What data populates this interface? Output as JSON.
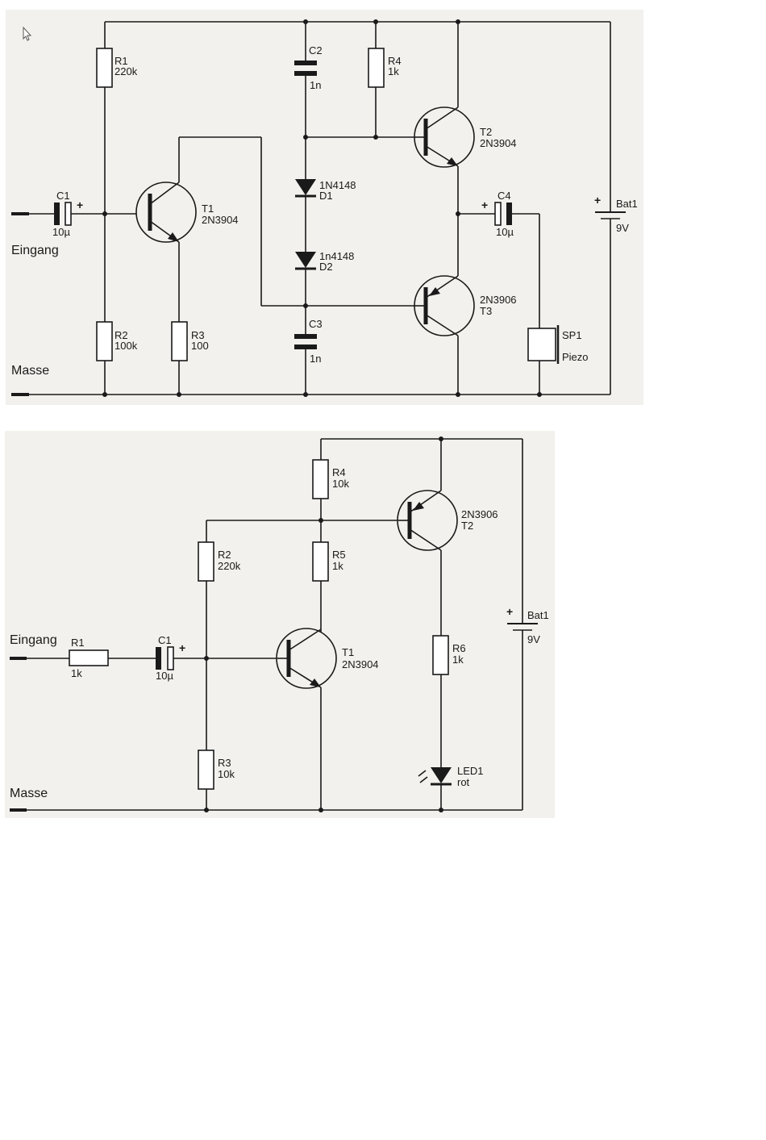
{
  "circuit1": {
    "input_label": "Eingang",
    "ground_label": "Masse",
    "components": {
      "R1": {
        "name": "R1",
        "value": "220k"
      },
      "R2": {
        "name": "R2",
        "value": "100k"
      },
      "R3": {
        "name": "R3",
        "value": "100"
      },
      "R4": {
        "name": "R4",
        "value": "1k"
      },
      "C1": {
        "name": "C1",
        "value": "10µ",
        "polarity": "+"
      },
      "C2": {
        "name": "C2",
        "value": "1n"
      },
      "C3": {
        "name": "C3",
        "value": "1n"
      },
      "C4": {
        "name": "C4",
        "value": "10µ",
        "polarity": "+"
      },
      "T1": {
        "name": "T1",
        "value": "2N3904"
      },
      "T2": {
        "name": "T2",
        "value": "2N3904"
      },
      "T3": {
        "name": "T3",
        "value": "2N3906"
      },
      "D1": {
        "name": "D1",
        "value": "1N4148"
      },
      "D2": {
        "name": "D2",
        "value": "1n4148"
      },
      "SP1": {
        "name": "SP1",
        "value": "Piezo"
      },
      "Bat1": {
        "name": "Bat1",
        "value": "9V",
        "polarity": "+"
      }
    }
  },
  "circuit2": {
    "input_label": "Eingang",
    "ground_label": "Masse",
    "components": {
      "R1": {
        "name": "R1",
        "value": "1k"
      },
      "R2": {
        "name": "R2",
        "value": "220k"
      },
      "R3": {
        "name": "R3",
        "value": "10k"
      },
      "R4": {
        "name": "R4",
        "value": "10k"
      },
      "R5": {
        "name": "R5",
        "value": "1k"
      },
      "R6": {
        "name": "R6",
        "value": "1k"
      },
      "C1": {
        "name": "C1",
        "value": "10µ",
        "polarity": "+"
      },
      "T1": {
        "name": "T1",
        "value": "2N3904"
      },
      "T2": {
        "name": "T2",
        "value": "2N3906"
      },
      "LED1": {
        "name": "LED1",
        "value": "rot"
      },
      "Bat1": {
        "name": "Bat1",
        "value": "9V",
        "polarity": "+"
      }
    }
  }
}
